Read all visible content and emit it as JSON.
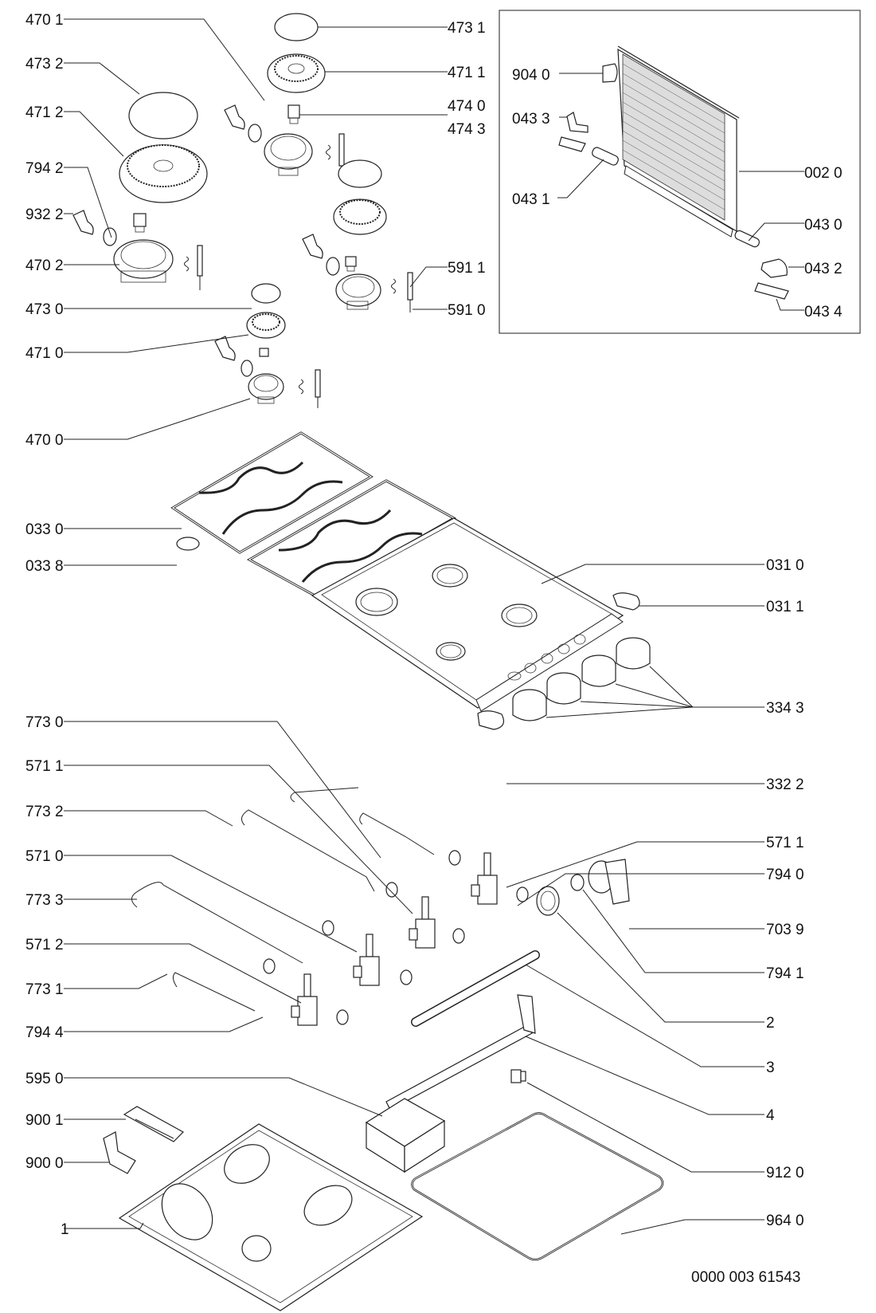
{
  "diagram": {
    "type": "exploded-parts-diagram",
    "subject": "gas hob",
    "drawing_number": "0000 003 61543",
    "labels_left": [
      {
        "id": "l4701",
        "text": "470 1"
      },
      {
        "id": "l4732",
        "text": "473 2"
      },
      {
        "id": "l4712",
        "text": "471 2"
      },
      {
        "id": "l7942",
        "text": "794 2"
      },
      {
        "id": "l9322",
        "text": "932 2"
      },
      {
        "id": "l4702",
        "text": "470 2"
      },
      {
        "id": "l4730",
        "text": "473 0"
      },
      {
        "id": "l4710",
        "text": "471 0"
      },
      {
        "id": "l4700",
        "text": "470 0"
      },
      {
        "id": "l0330",
        "text": "033 0"
      },
      {
        "id": "l0338",
        "text": "033 8"
      },
      {
        "id": "l7730",
        "text": "773 0"
      },
      {
        "id": "l5711a",
        "text": "571 1"
      },
      {
        "id": "l7732",
        "text": "773 2"
      },
      {
        "id": "l5710",
        "text": "571 0"
      },
      {
        "id": "l7733",
        "text": "773 3"
      },
      {
        "id": "l5712",
        "text": "571 2"
      },
      {
        "id": "l7731",
        "text": "773 1"
      },
      {
        "id": "l7944",
        "text": "794 4"
      },
      {
        "id": "l5950",
        "text": "595 0"
      },
      {
        "id": "l9001",
        "text": "900 1"
      },
      {
        "id": "l9000",
        "text": "900 0"
      },
      {
        "id": "l1",
        "text": "1"
      }
    ],
    "labels_right": [
      {
        "id": "r4731",
        "text": "473 1"
      },
      {
        "id": "r4711",
        "text": "471 1"
      },
      {
        "id": "r4740",
        "text": "474 0"
      },
      {
        "id": "r4743",
        "text": "474 3"
      },
      {
        "id": "r5911",
        "text": "591 1"
      },
      {
        "id": "r5910",
        "text": "591 0"
      },
      {
        "id": "r0310",
        "text": "031 0"
      },
      {
        "id": "r0311",
        "text": "031 1"
      },
      {
        "id": "r3343",
        "text": "334 3"
      },
      {
        "id": "r3322",
        "text": "332 2"
      },
      {
        "id": "r5711b",
        "text": "571 1"
      },
      {
        "id": "r7940",
        "text": "794 0"
      },
      {
        "id": "r7039",
        "text": "703 9"
      },
      {
        "id": "r7941",
        "text": "794 1"
      },
      {
        "id": "r2",
        "text": "2"
      },
      {
        "id": "r3",
        "text": "3"
      },
      {
        "id": "r4",
        "text": "4"
      },
      {
        "id": "r9120",
        "text": "912 0"
      },
      {
        "id": "r9640",
        "text": "964 0"
      }
    ],
    "inset_labels": [
      {
        "id": "i9040",
        "text": "904 0"
      },
      {
        "id": "i0433",
        "text": "043 3"
      },
      {
        "id": "i0431",
        "text": "043 1"
      },
      {
        "id": "i0020",
        "text": "002 0"
      },
      {
        "id": "i0430",
        "text": "043 0"
      },
      {
        "id": "i0432",
        "text": "043 2"
      },
      {
        "id": "i0434",
        "text": "043 4"
      }
    ]
  }
}
